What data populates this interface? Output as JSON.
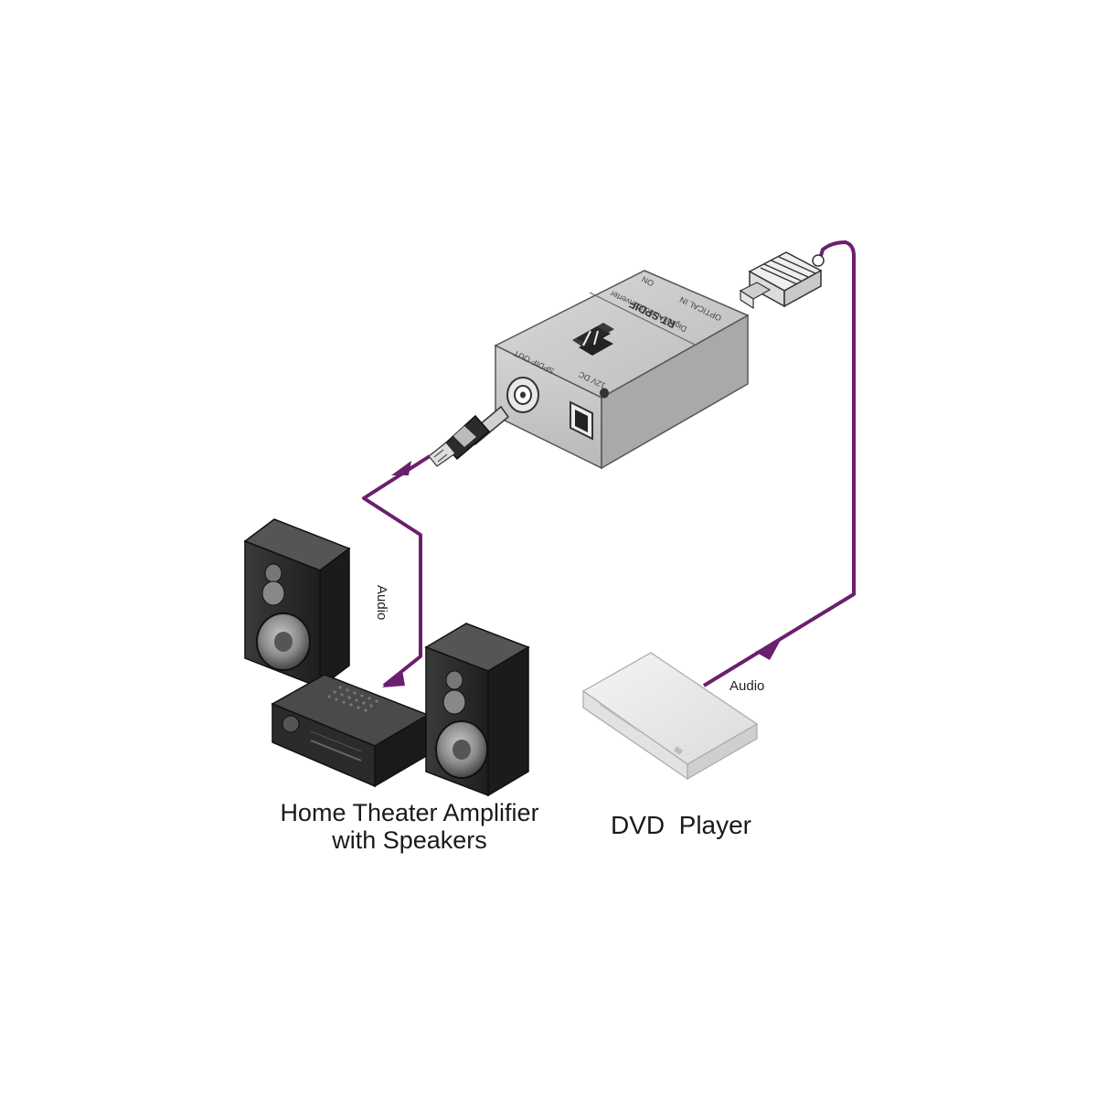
{
  "captions": {
    "amplifier_line1": "Home Theater Amplifier",
    "amplifier_line2": "with Speakers",
    "dvd": "DVD  Player"
  },
  "cables": {
    "left_label": "Audio",
    "right_label": "Audio",
    "color": "#6b1f6e"
  },
  "converter": {
    "model": "RT-SPDIF",
    "subtitle": "Digital Audio Converter",
    "input_label": "OPTICAL IN",
    "power_label": "ON",
    "output_label": "SPDIF OUT",
    "dc_label": "12V DC"
  },
  "icons": [
    "converter-box",
    "kramer-logo-icon",
    "optical-plug-icon",
    "rca-plug-icon",
    "speaker-icon",
    "amplifier-icon",
    "dvd-player-icon",
    "arrow-icon"
  ]
}
